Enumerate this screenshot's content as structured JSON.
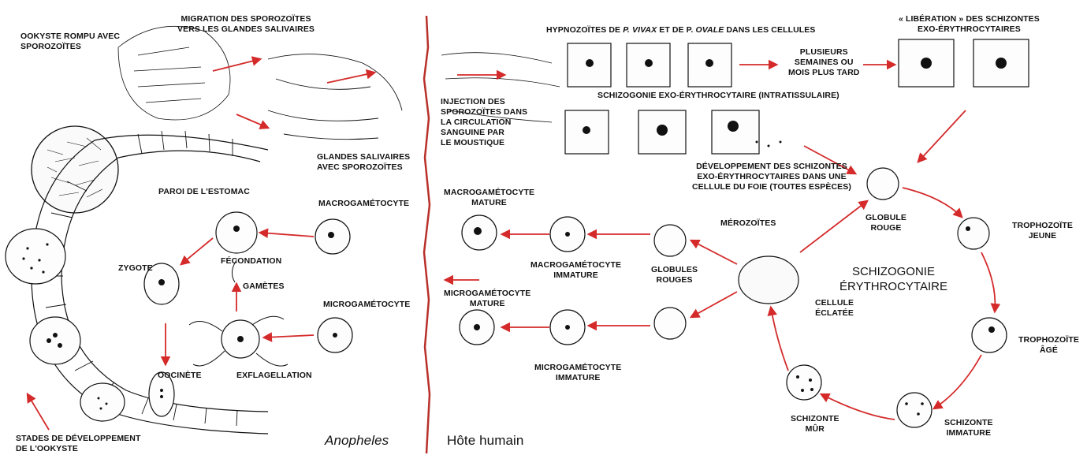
{
  "labels": {
    "ookyste_rompu": "OOKYSTE ROMPU AVEC\nSPOROZOÏTES",
    "migration": "MIGRATION DES SPOROZOÏTES\nVERS LES GLANDES SALIVAIRES",
    "glandes": "GLANDES SALIVAIRES\nAVEC SPOROZOÏTES",
    "paroi": "PAROI DE L'ESTOMAC",
    "macrogametocyte": "MACROGAMÉTOCYTE",
    "fecondation": "FÉCONDATION",
    "zygote": "ZYGOTE",
    "gametes": "GAMÈTES",
    "microgametocyte": "MICROGAMÉTOCYTE",
    "oocinete": "OOCINÈTE",
    "exflagellation": "EXFLAGELLATION",
    "stades": "STADES DE DÉVELOPPEMENT\nDE L'OOKYSTE",
    "anopheles": "Anopheles",
    "hote_humain": "Hôte humain",
    "hypno_prefix": "HYPNOZOÏTES DE ",
    "hypno_p1": "P. VIVAX",
    "hypno_mid": " ET DE P. ",
    "hypno_p2": "OVALE",
    "hypno_suffix": " DANS LES CELLULES",
    "plusieurs": "PLUSIEURS\nSEMAINES OU\nMOIS PLUS TARD",
    "liberation": "« LIBÉRATION » DES SCHIZONTES\nEXO-ÉRYTHROCYTAIRES",
    "schizogonie_exo": "SCHIZOGONIE EXO-ÉRYTHROCYTAIRE (INTRATISSULAIRE)",
    "injection": "INJECTION DES\nSPOROZOÏTES DANS\nLA CIRCULATION\nSANGUINE PAR\nLE MOUSTIQUE",
    "developpement": "DÉVELOPPEMENT DES SCHIZONTES\nEXO-ÉRYTHROCYTAIRES DANS UNE\nCELLULE DU FOIE (TOUTES ESPÈCES)",
    "globule_rouge": "GLOBULE\nROUGE",
    "trophozoite_jeune": "TROPHOZOÏTE\nJEUNE",
    "merozoites": "MÉROZOÏTES",
    "macro_mature": "MACROGAMÉTOCYTE\nMATURE",
    "macro_immature": "MACROGAMÉTOCYTE\nIMMATURE",
    "globules_rouges": "GLOBULES\nROUGES",
    "schizogonie_ery": "SCHIZOGONIE\nÉRYTHROCYTAIRE",
    "micro_mature": "MICROGAMÉTOCYTE\nMATURE",
    "micro_immature": "MICROGAMÉTOCYTE\nIMMATURE",
    "cellule_eclatee": "CELLULE\nÉCLATÉE",
    "trophozoite_age": "TROPHOZOÏTE\nÂGÉ",
    "schizonte_mur": "SCHIZONTE\nMÛR",
    "schizonte_immature": "SCHIZONTE\nIMMATURE"
  },
  "colors": {
    "arrow": "#d42a2a",
    "ink": "#111111",
    "skin": "#b8302a"
  }
}
